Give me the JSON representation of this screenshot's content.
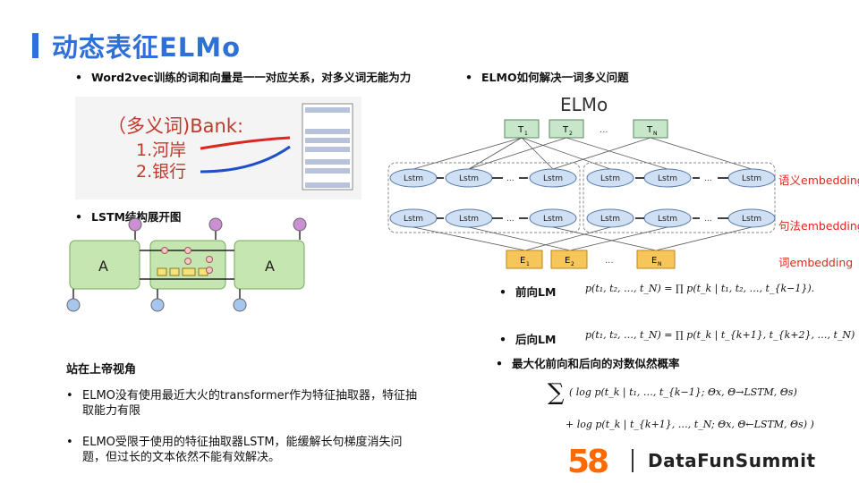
{
  "title": "动态表征ELMo",
  "left": {
    "bullet_word2vec": "Word2vec训练的词和向量是一一对应关系，对多义词无能为力",
    "bank_label": "（多义词)Bank:",
    "bank_sense1": "1.河岸",
    "bank_sense2": "2.银行",
    "bullet_lstm": "LSTM结构展开图",
    "lstm_cell_label": "A",
    "heading_god": "站在上帝视角",
    "para1": "ELMO没有使用最近大火的transformer作为特征抽取器，特征抽取能力有限",
    "para2": "ELMO受限于使用的特征抽取器LSTM，能缓解长句梯度消失问题，但过长的文本依然不能有效解决。"
  },
  "right": {
    "bullet_elmo": "ELMO如何解决一词多义问题",
    "diagram_title": "ELMo",
    "lstm_label": "Lstm",
    "ellipsis": "...",
    "label_semantic": "语义embedding",
    "label_syntax": "句法embedding",
    "label_word": "词embedding",
    "bullet_forward": "前向LM",
    "bullet_backward": "后向LM",
    "bullet_maximize": "最大化前向和后向的对数似然概率",
    "formula_forward": "p(t₁, t₂, …, t_N) = ∏ p(t_k | t₁, t₂, …, t_{k−1}).",
    "formula_backward": "p(t₁, t₂, …, t_N) = ∏ p(t_k | t_{k+1}, t_{k+2}, …, t_N)",
    "formula_sum_line1": "( log p(t_k | t₁, …, t_{k−1}; Θx, Θ→LSTM, Θs)",
    "formula_sum_line2": "+ log p(t_k | t_{k+1}, …, t_N; Θx, Θ←LSTM, Θs) )"
  },
  "footer": {
    "logo_number": "58",
    "brand": "DataFunSummit"
  },
  "colors": {
    "accent": "#2f6fd8",
    "red": "#e0261e",
    "lstm_fill": "#cfe0f4",
    "token_fill": "#c8e6c9",
    "embed_fill": "#f7c65a"
  }
}
